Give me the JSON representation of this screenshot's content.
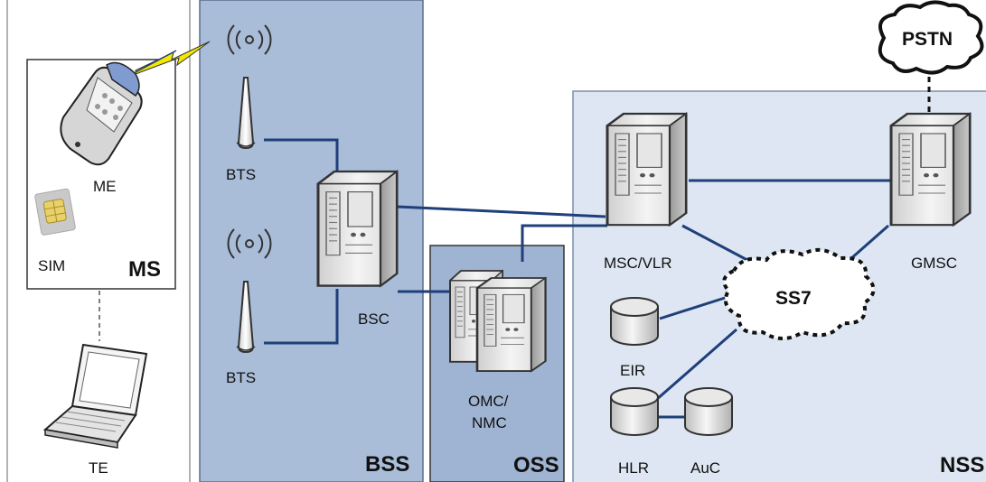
{
  "regions": {
    "ms": "MS",
    "bss": "BSS",
    "oss": "OSS",
    "nss": "NSS"
  },
  "nodes": {
    "me": "ME",
    "sim": "SIM",
    "te": "TE",
    "bts_top": "BTS",
    "bts_bottom": "BTS",
    "bsc": "BSC",
    "omc_line1": "OMC/",
    "omc_line2": "NMC",
    "msc_vlr": "MSC/VLR",
    "gmsc": "GMSC",
    "eir": "EIR",
    "hlr": "HLR",
    "auc": "AuC"
  },
  "clouds": {
    "pstn": "PSTN",
    "ss7": "SS7"
  },
  "colors": {
    "bss_fill": "#a9bdd9",
    "oss_fill": "#9fb3d2",
    "nss_fill": "#dde6f2",
    "link": "#1f3f7a",
    "radio_bolt": "#f2e800"
  }
}
